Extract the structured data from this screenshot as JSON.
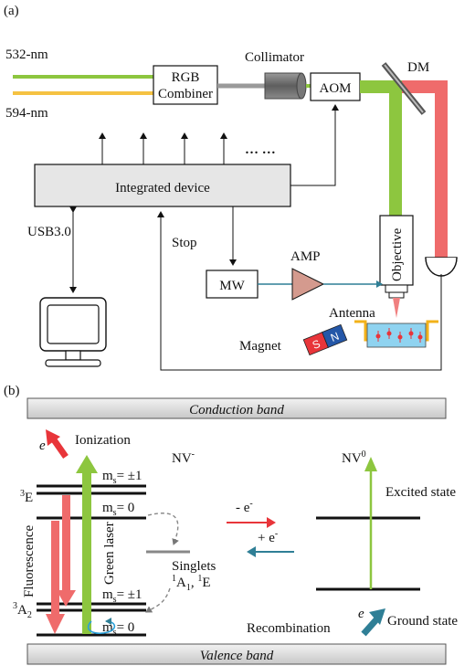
{
  "panel_a": {
    "label": "(a)",
    "laser_532": "532-nm",
    "laser_594": "594-nm",
    "rgb_combiner_line1": "RGB",
    "rgb_combiner_line2": "Combiner",
    "collimator": "Collimator",
    "aom": "AOM",
    "dm": "DM",
    "integrated_device": "Integrated device",
    "dots": "… …",
    "usb": "USB3.0",
    "stop": "Stop",
    "mw": "MW",
    "amp": "AMP",
    "objective": "Objective",
    "antenna": "Antenna",
    "magnet": "Magnet",
    "magnet_s": "S",
    "magnet_n": "N"
  },
  "panel_b": {
    "label": "(b)",
    "conduction_band": "Conduction band",
    "valence_band": "Valence band",
    "electron_symbol": "e",
    "ionization": "Ionization",
    "nv_minus": "NV",
    "nv_minus_sup": "-",
    "nv_zero": "NV",
    "nv_zero_sup": "0",
    "ms_pm1_top": "m",
    "ms_sub": "s",
    "ms_pm1_val": "= ±1",
    "ms_0_val": "= 0",
    "three_e": "E",
    "three_sup": "3",
    "three_a2": "A",
    "a2_sub": "2",
    "fluorescence": "Fluorescence",
    "green_laser": "Green laser",
    "singlets": "Singlets",
    "singlet_states": "A",
    "singlet_states_sub": "1",
    "singlet_e": "E",
    "one_sup": "1",
    "minus_e": "- e",
    "plus_e": "+ e",
    "e_sup_minus": "-",
    "excited_state": "Excited state",
    "ground_state": "Ground state",
    "recombination": "Recombination"
  },
  "colors": {
    "green_laser": "#8dc63f",
    "yellow_laser": "#f5c242",
    "red_beam": "#ef6b6b",
    "arrow_red": "#e8353a",
    "arrow_blue": "#2f7f96",
    "box_fill": "#e6e6e6",
    "amp_fill": "#d49a8e",
    "band_fill": "#dcdcdc",
    "antenna_gold": "#f2b21a",
    "sample_blue": "#8fd3f0"
  }
}
